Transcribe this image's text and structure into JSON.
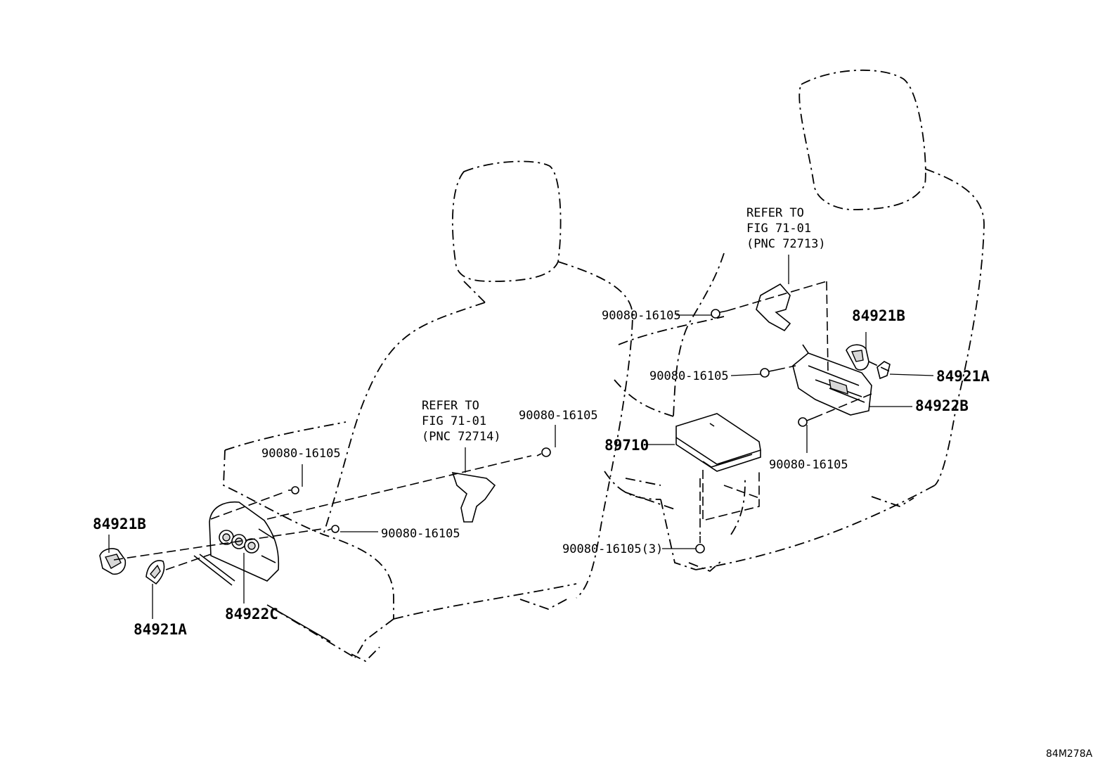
{
  "labels": {
    "left_84921b": "84921B",
    "left_84921a": "84921A",
    "left_84922c": "84922C",
    "left_bolt_upper": "90080-16105",
    "left_bolt_lower": "90080-16105",
    "left_bolt_bracket": "90080-16105",
    "right_bolt_top": "90080-16105",
    "right_bolt_mid": "90080-16105",
    "right_bolt_low": "90080-16105",
    "right_bolt_bottom": "90080-16105(3)",
    "right_84921b": "84921B",
    "right_84921a": "84921A",
    "right_84922b": "84922B",
    "ecu_89710": "89710"
  },
  "refer_left": [
    "REFER TO",
    "FIG 71-01",
    "(PNC 72714)"
  ],
  "refer_right": [
    "REFER TO",
    "FIG 71-01",
    "(PNC 72713)"
  ],
  "figure_code": "84M278A"
}
